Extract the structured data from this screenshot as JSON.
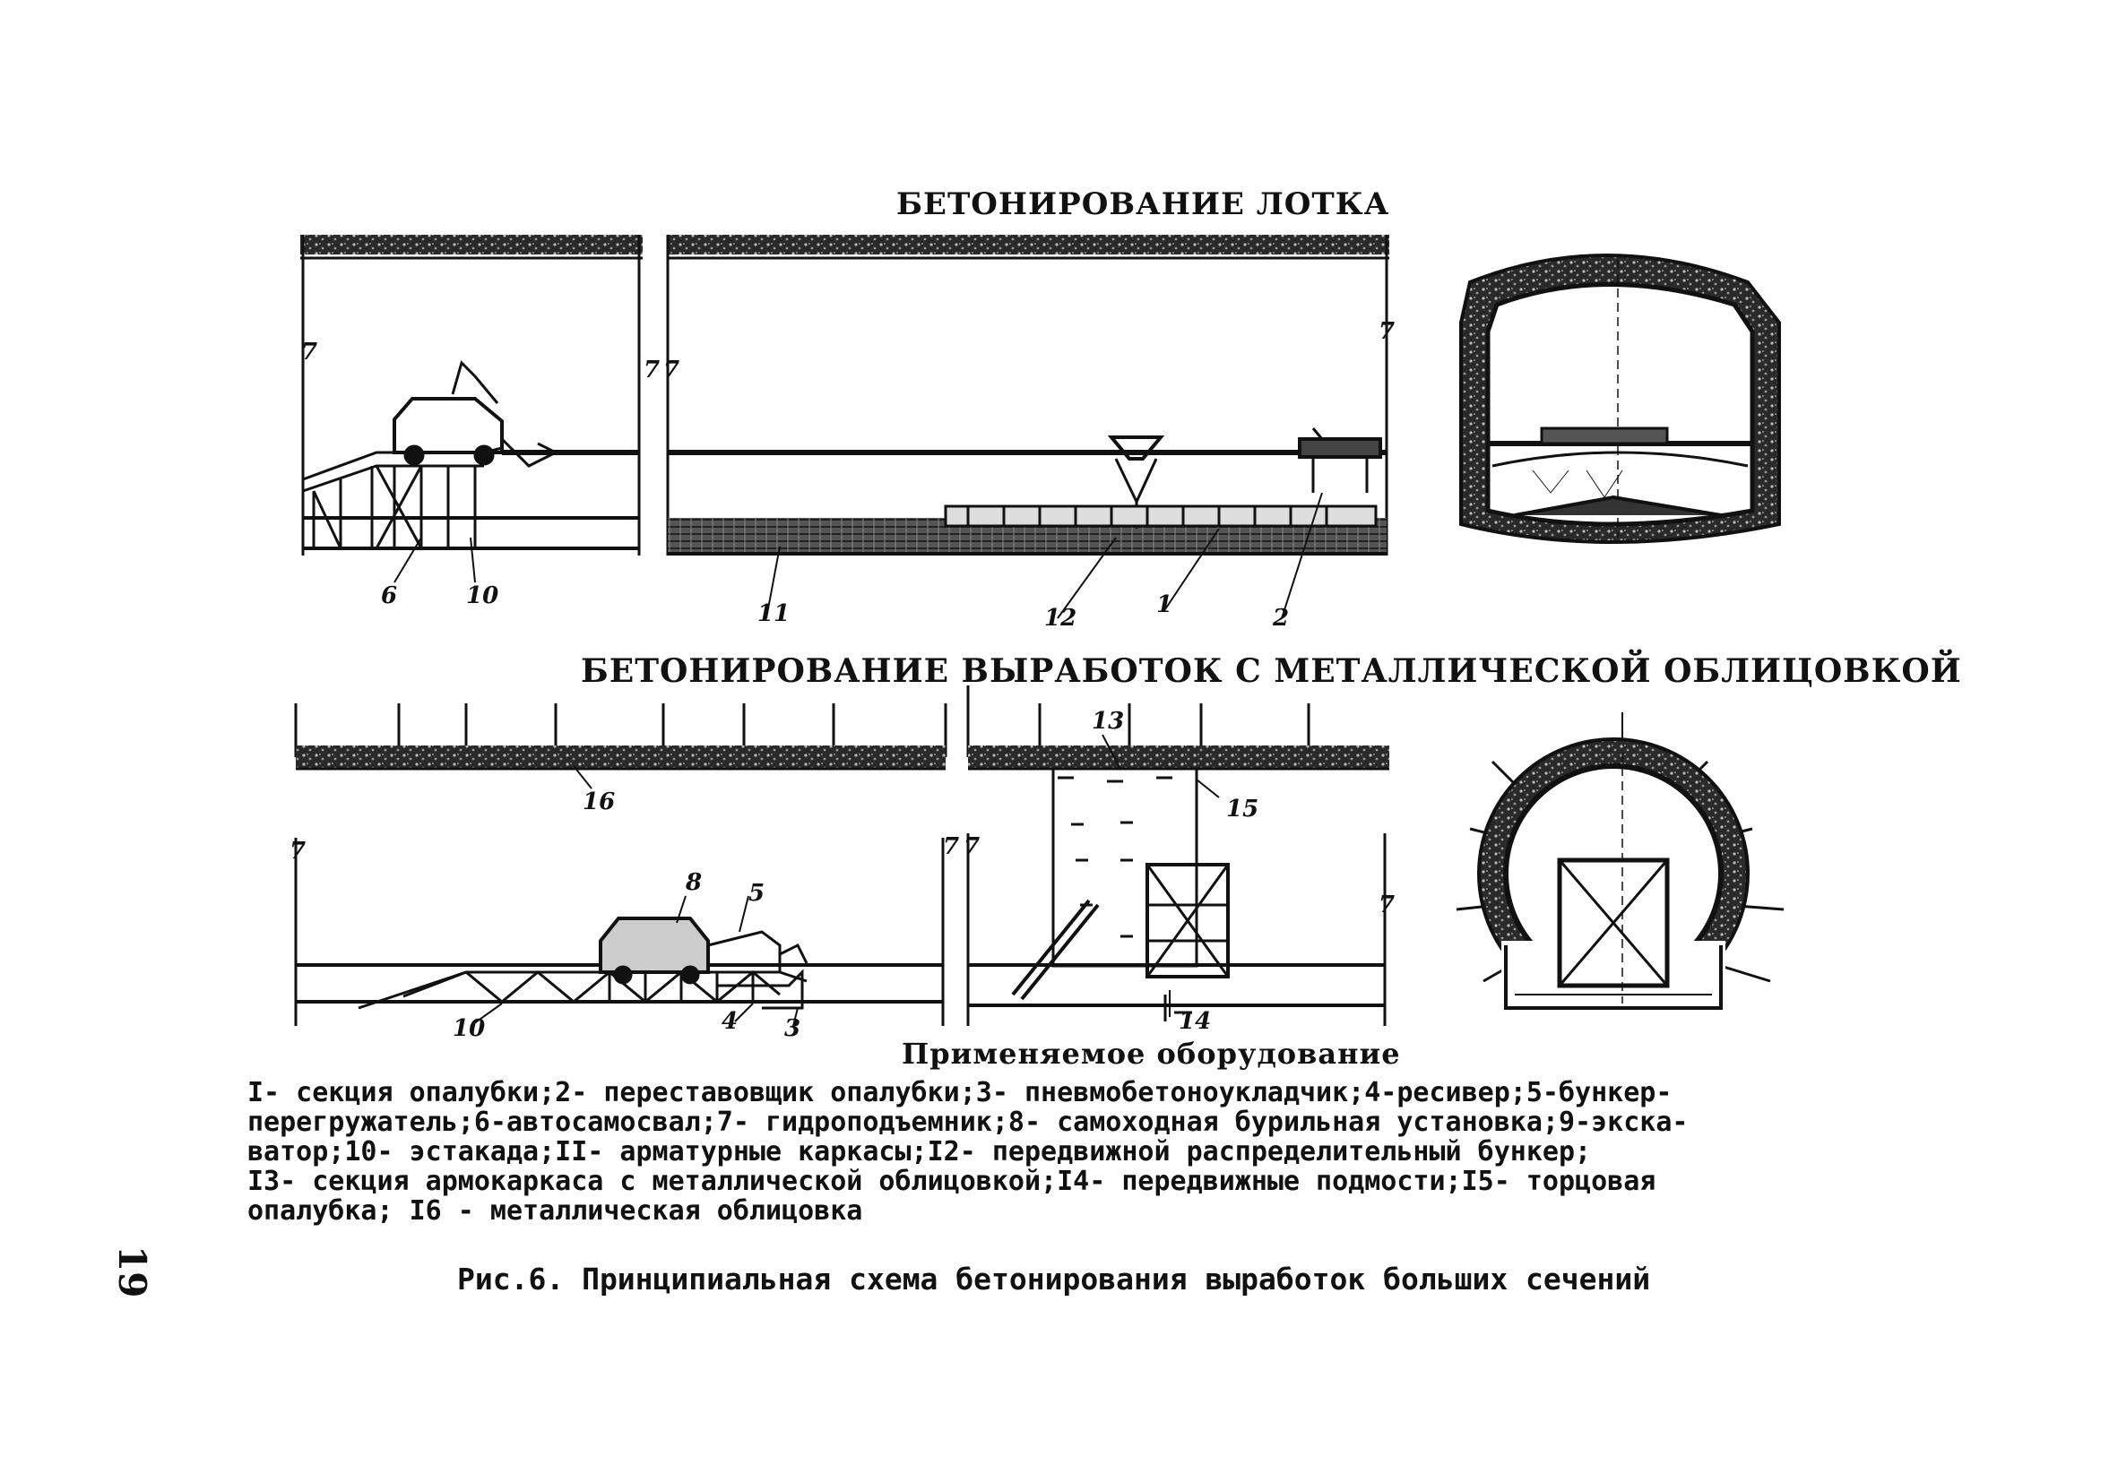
{
  "section_top_title": "БЕТОНИРОВАНИЕ ЛОТКА",
  "section_bottom_title": "БЕТОНИРОВАНИЕ ВЫРАБОТОК С МЕТАЛЛИЧЕСКОЙ ОБЛИЦОВКОЙ",
  "equipment_heading": "Применяемое оборудование",
  "legend_lines": [
    "I- секция опалубки;2- переставовщик опалубки;3- пневмобетоноукладчик;4-ресивер;5-бункер-",
    "перегружатель;6-автосамосвал;7- гидроподъемник;8- самоходная бурильная установка;9-экска-",
    "ватор;10- эстакада;II- арматурные каркасы;I2- передвижной распределительный бункер;",
    "I3- секция армокаркаса с металлической облицовкой;I4- передвижные подмости;I5- торцовая",
    "опалубка; I6 - металлическая облицовка"
  ],
  "caption": "Рис.6. Принципиальная схема бетонирования выработок больших сечений",
  "page_number": "19",
  "callouts_top": [
    "6",
    "10",
    "11",
    "12",
    "1",
    "2"
  ],
  "callouts_bottom": [
    "16",
    "13",
    "15",
    "8",
    "5",
    "10",
    "4",
    "3",
    "14"
  ],
  "break_marks": [
    "7",
    "7",
    "7",
    "7",
    "7",
    "7",
    "7",
    "7"
  ]
}
